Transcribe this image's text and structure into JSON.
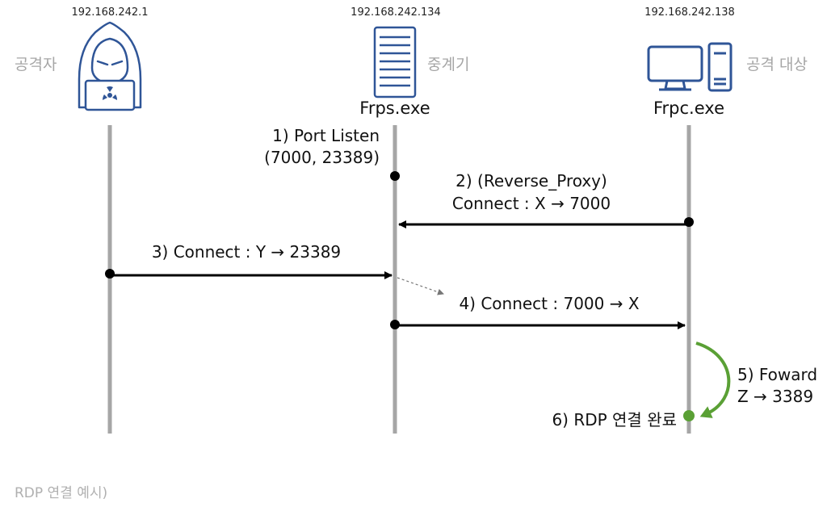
{
  "nodes": {
    "attacker": {
      "ip": "192.168.242.1",
      "role": "공격자"
    },
    "relay": {
      "ip": "192.168.242.134",
      "role": "중계기",
      "exe": "Frps.exe"
    },
    "target": {
      "ip": "192.168.242.138",
      "role": "공격 대상",
      "exe": "Frpc.exe"
    }
  },
  "steps": {
    "s1_line1": "1) Port Listen",
    "s1_line2": "(7000, 23389)",
    "s2_line1": "2) (Reverse_Proxy)",
    "s2_line2": "Connect : X → 7000",
    "s3": "3) Connect : Y → 23389",
    "s4": "4) Connect : 7000 → X",
    "s5_line1": "5) Foward",
    "s5_line2": "Z → 3389",
    "s6": "6) RDP 연결 완료"
  },
  "caption": "RDP 연결 예시)",
  "icons": {
    "attacker": "hacker-icon",
    "relay": "server-icon",
    "target": "desktop-computer-icon"
  },
  "colors": {
    "icon_blue": "#2f5597",
    "lifeline_gray": "#a6a6a6",
    "arrow_black": "#000000",
    "success_green": "#5aa035"
  }
}
